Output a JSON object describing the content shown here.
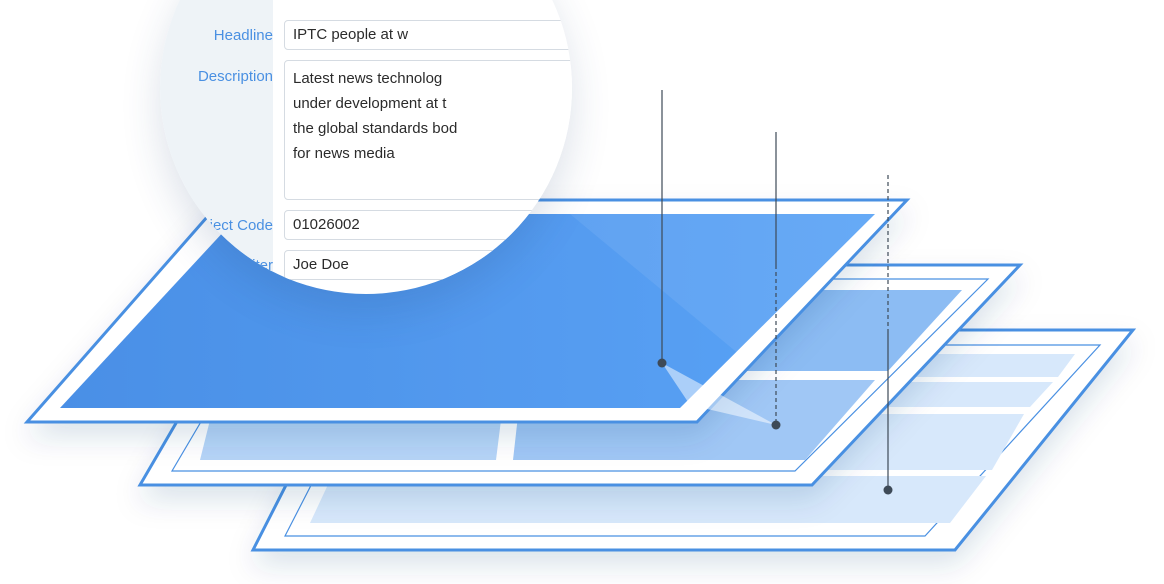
{
  "form": {
    "headline_label": "Headline",
    "headline_value": "IPTC people at w",
    "description_label": "Description",
    "description_value": "Latest news technolog\nunder development at t\nthe global standards bod\nfor news media",
    "subject_code_label": "Subject Code",
    "subject_code_value": "01026002",
    "writer_label": "Writer",
    "writer_value": "Joe Doe"
  },
  "colors": {
    "layer_border": "#4a90e2",
    "layer_fill_top": "#4a90e2",
    "layer_fill_mid": "#8cbcf3",
    "layer_fill_bottom": "#cfe3fa",
    "label_text": "#4a90e2",
    "label_column_bg": "#eef3f7",
    "pin_color": "#3e4a57"
  },
  "diagram": {
    "layers": [
      "top-layer",
      "middle-layer",
      "bottom-layer"
    ],
    "pins": 3
  }
}
